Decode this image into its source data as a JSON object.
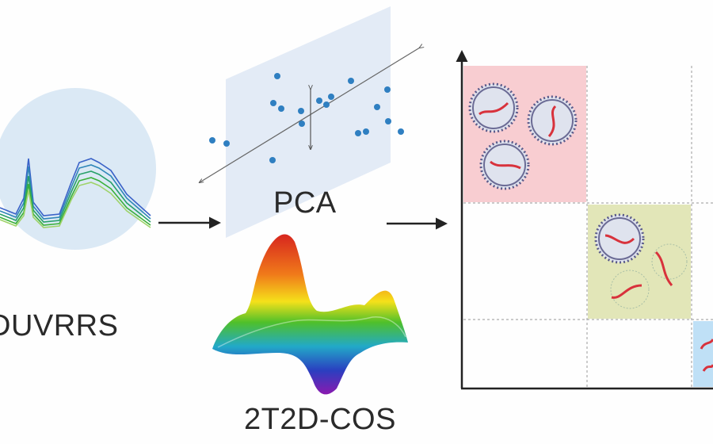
{
  "labels": {
    "duvrrs": "DUVRRS",
    "pca": "PCA",
    "cos": "2T2D-COS"
  },
  "colors": {
    "circle_bg": "#dbe9f5",
    "plane_bg": "#e3ebf6",
    "pca_point": "#2f7fc1",
    "box_pink": "#f8cdd1",
    "box_green": "#e2e6b8",
    "box_blue": "#bfe0f6",
    "arrow": "#222222"
  }
}
